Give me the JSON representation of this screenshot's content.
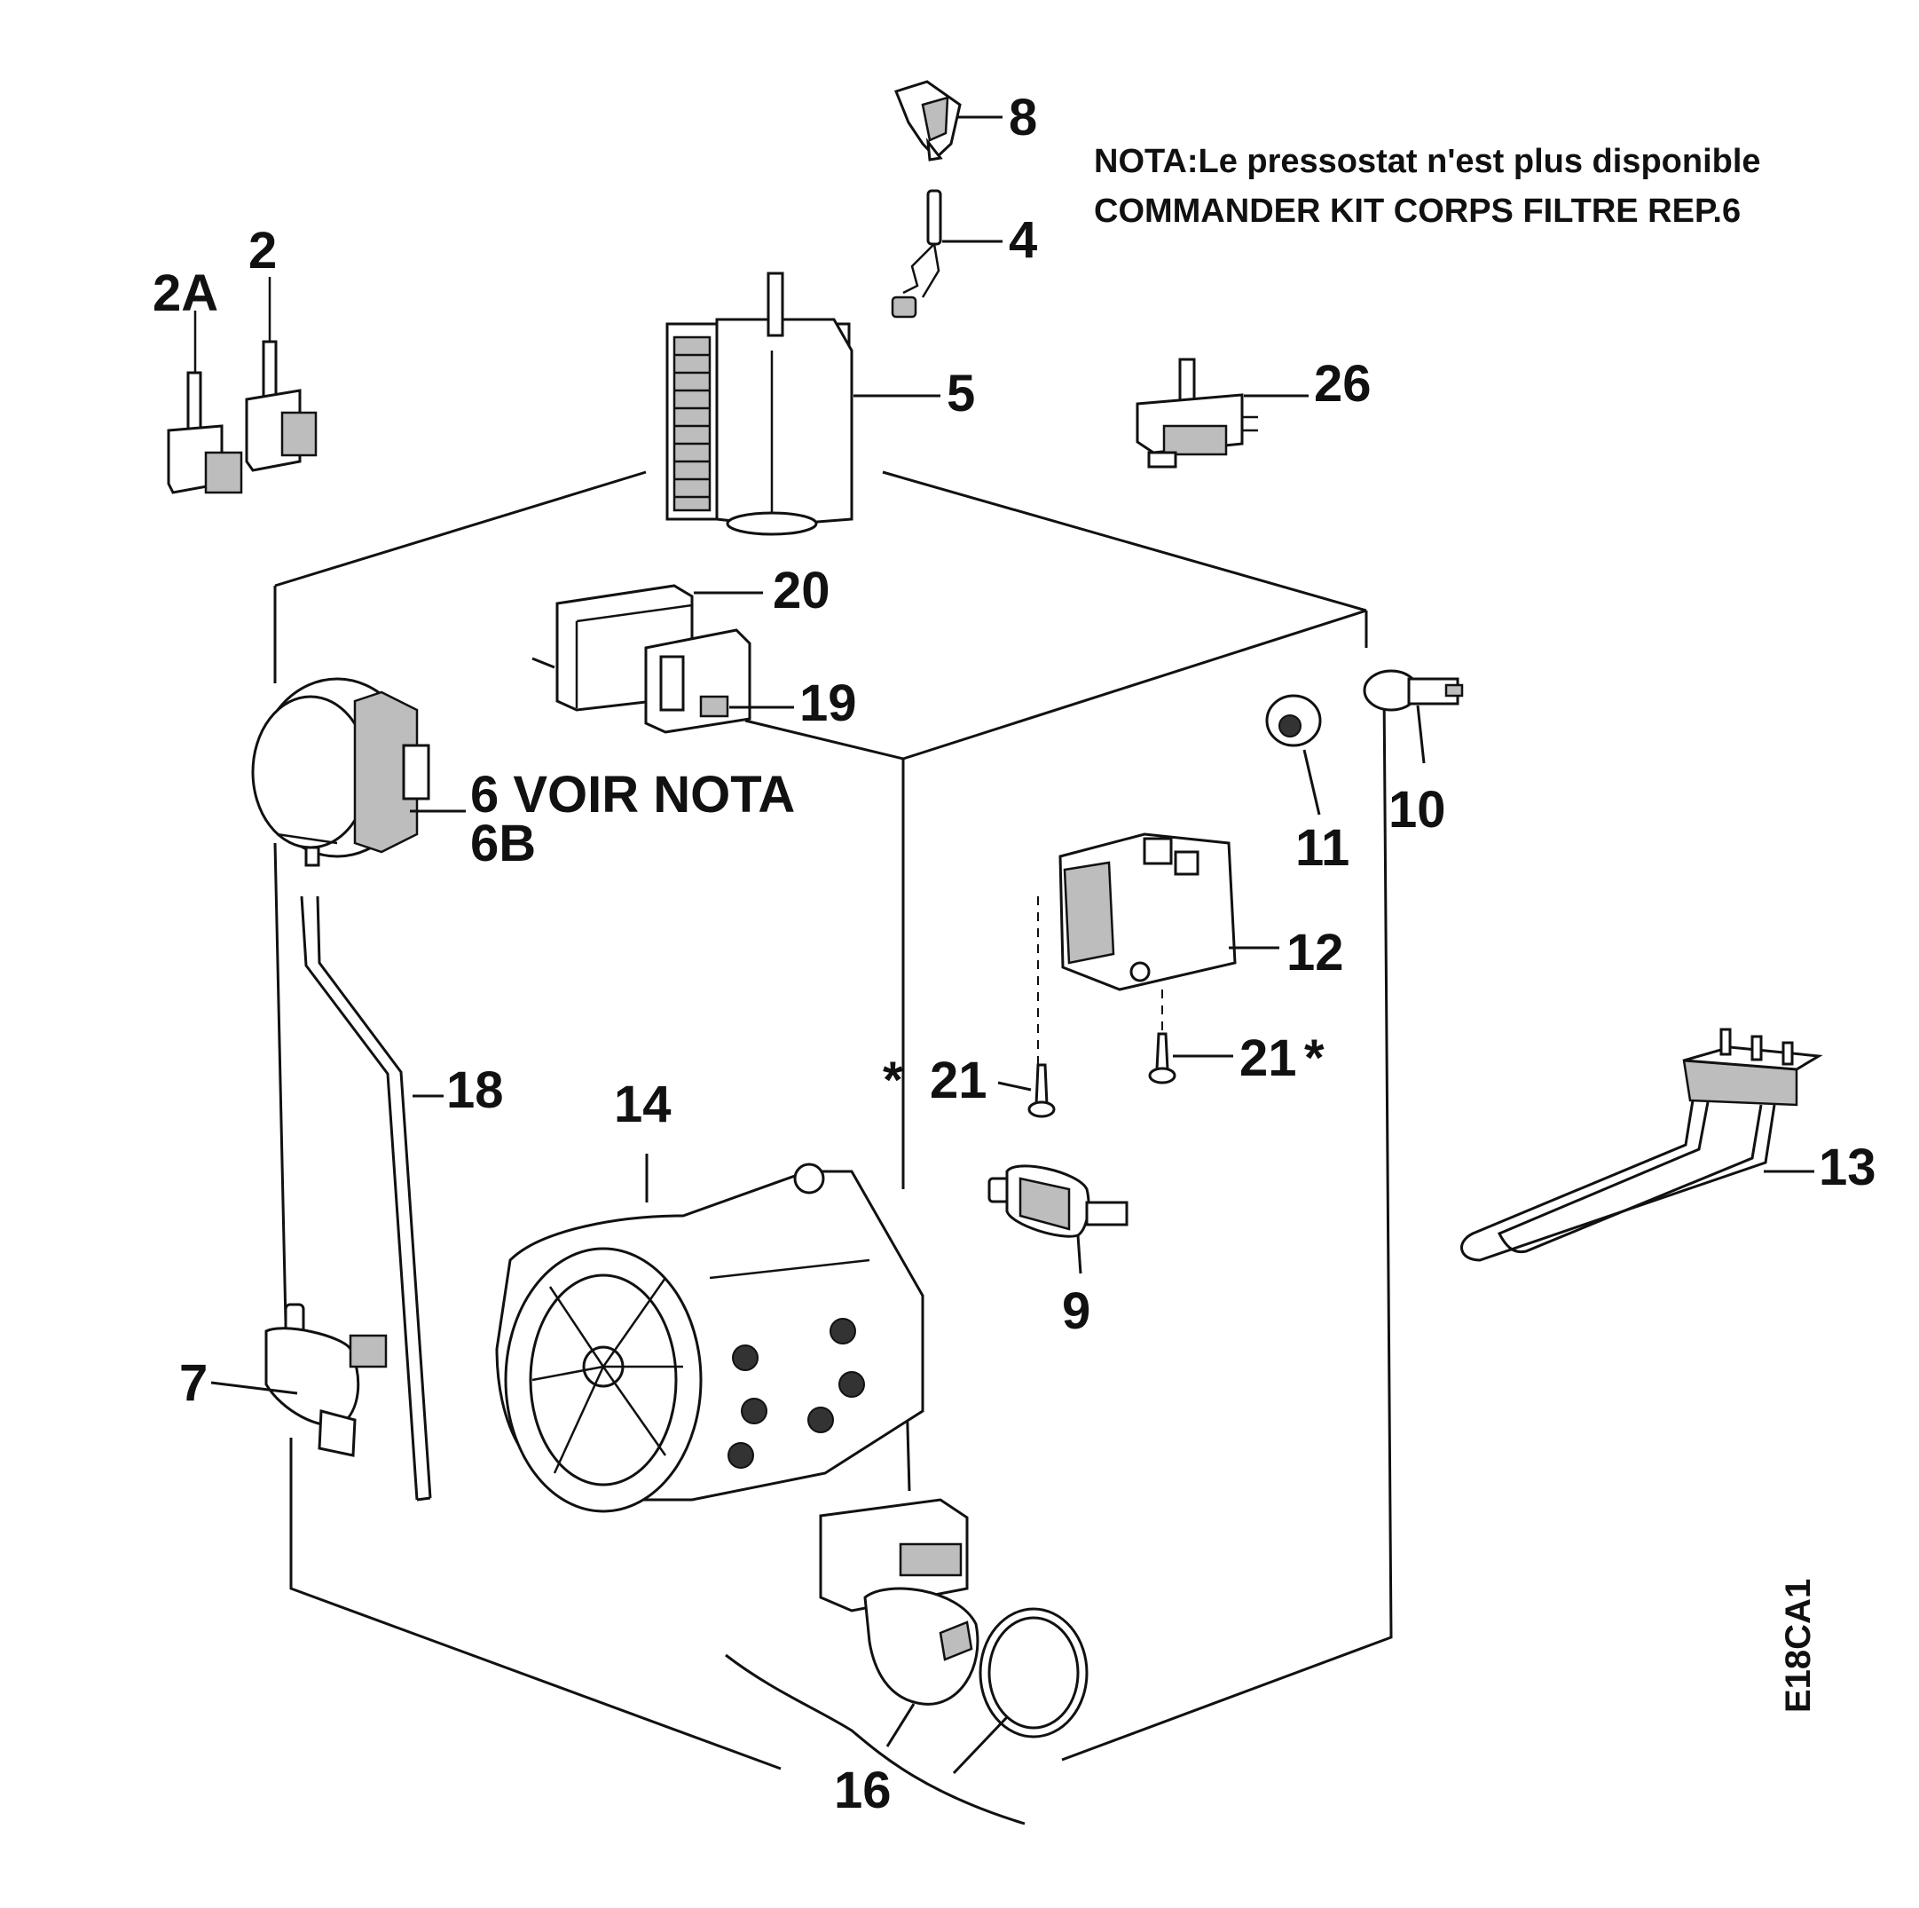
{
  "note": {
    "line1": "NOTA:Le pressostat n'est plus disponible",
    "line2": "COMMANDER KIT CORPS FILTRE REP.6"
  },
  "drawing_code": "E18CA1",
  "labels": {
    "p8": "8",
    "p4": "4",
    "p5": "5",
    "p26": "26",
    "p2A": "2A",
    "p2": "2",
    "p20": "20",
    "p19": "19",
    "p6": "6 VOIR NOTA",
    "p6B": "6B",
    "p11": "11",
    "p10": "10",
    "p12": "12",
    "p21_left": "21",
    "p21_right": "21",
    "p18": "18",
    "p14": "14",
    "p13": "13",
    "p9": "9",
    "p7": "7",
    "p16": "16"
  },
  "markers": {
    "star_left": "*",
    "star_right": "*"
  }
}
